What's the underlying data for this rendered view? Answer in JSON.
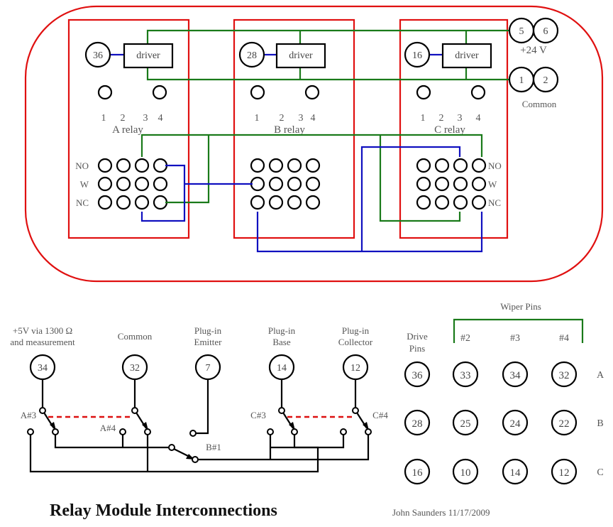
{
  "title": "Relay Module Interconnections",
  "author_date": "John Saunders 11/17/2009",
  "colors": {
    "module_outline": "#e01010",
    "power_wire": "#1a7a1a",
    "signal_wire": "#1010c0",
    "gang_link": "#dd1010"
  },
  "module": {
    "driver_label": "driver",
    "relays": [
      {
        "name": "A relay",
        "drive_pin": "36",
        "pin_numbers": [
          "1",
          "2",
          "3",
          "4"
        ]
      },
      {
        "name": "B relay",
        "drive_pin": "28",
        "pin_numbers": [
          "1",
          "2",
          "3",
          "4"
        ]
      },
      {
        "name": "C relay",
        "drive_pin": "16",
        "pin_numbers": [
          "1",
          "2",
          "3",
          "4"
        ]
      }
    ],
    "row_labels": [
      "NO",
      "W",
      "NC"
    ],
    "supply": {
      "plus24": {
        "pins": [
          "5",
          "6"
        ],
        "label": "+24 V"
      },
      "common": {
        "pins": [
          "1",
          "2"
        ],
        "label": "Common"
      }
    }
  },
  "schematic": {
    "terminals": [
      {
        "pin": "34",
        "label": "+5V via 1300 Ω\nand measurement",
        "label_lines": [
          "+5V via 1300 Ω",
          "and measurement"
        ]
      },
      {
        "pin": "32",
        "label_lines": [
          "Common"
        ]
      },
      {
        "pin": "7",
        "label_lines": [
          "Plug-in",
          "Emitter"
        ]
      },
      {
        "pin": "14",
        "label_lines": [
          "Plug-in",
          "Base"
        ]
      },
      {
        "pin": "12",
        "label_lines": [
          "Plug-in",
          "Collector"
        ]
      }
    ],
    "switch_labels": [
      "A#3",
      "A#4",
      "B#1",
      "C#3",
      "C#4"
    ]
  },
  "pin_table": {
    "wiper_header": "Wiper Pins",
    "drive_header_lines": [
      "Drive",
      "Pins"
    ],
    "columns": [
      "#2",
      "#3",
      "#4"
    ],
    "rows": [
      {
        "relay": "A",
        "drive": "36",
        "wipers": [
          "33",
          "34",
          "32"
        ]
      },
      {
        "relay": "B",
        "drive": "28",
        "wipers": [
          "25",
          "24",
          "22"
        ]
      },
      {
        "relay": "C",
        "drive": "16",
        "wipers": [
          "10",
          "14",
          "12"
        ]
      }
    ]
  }
}
